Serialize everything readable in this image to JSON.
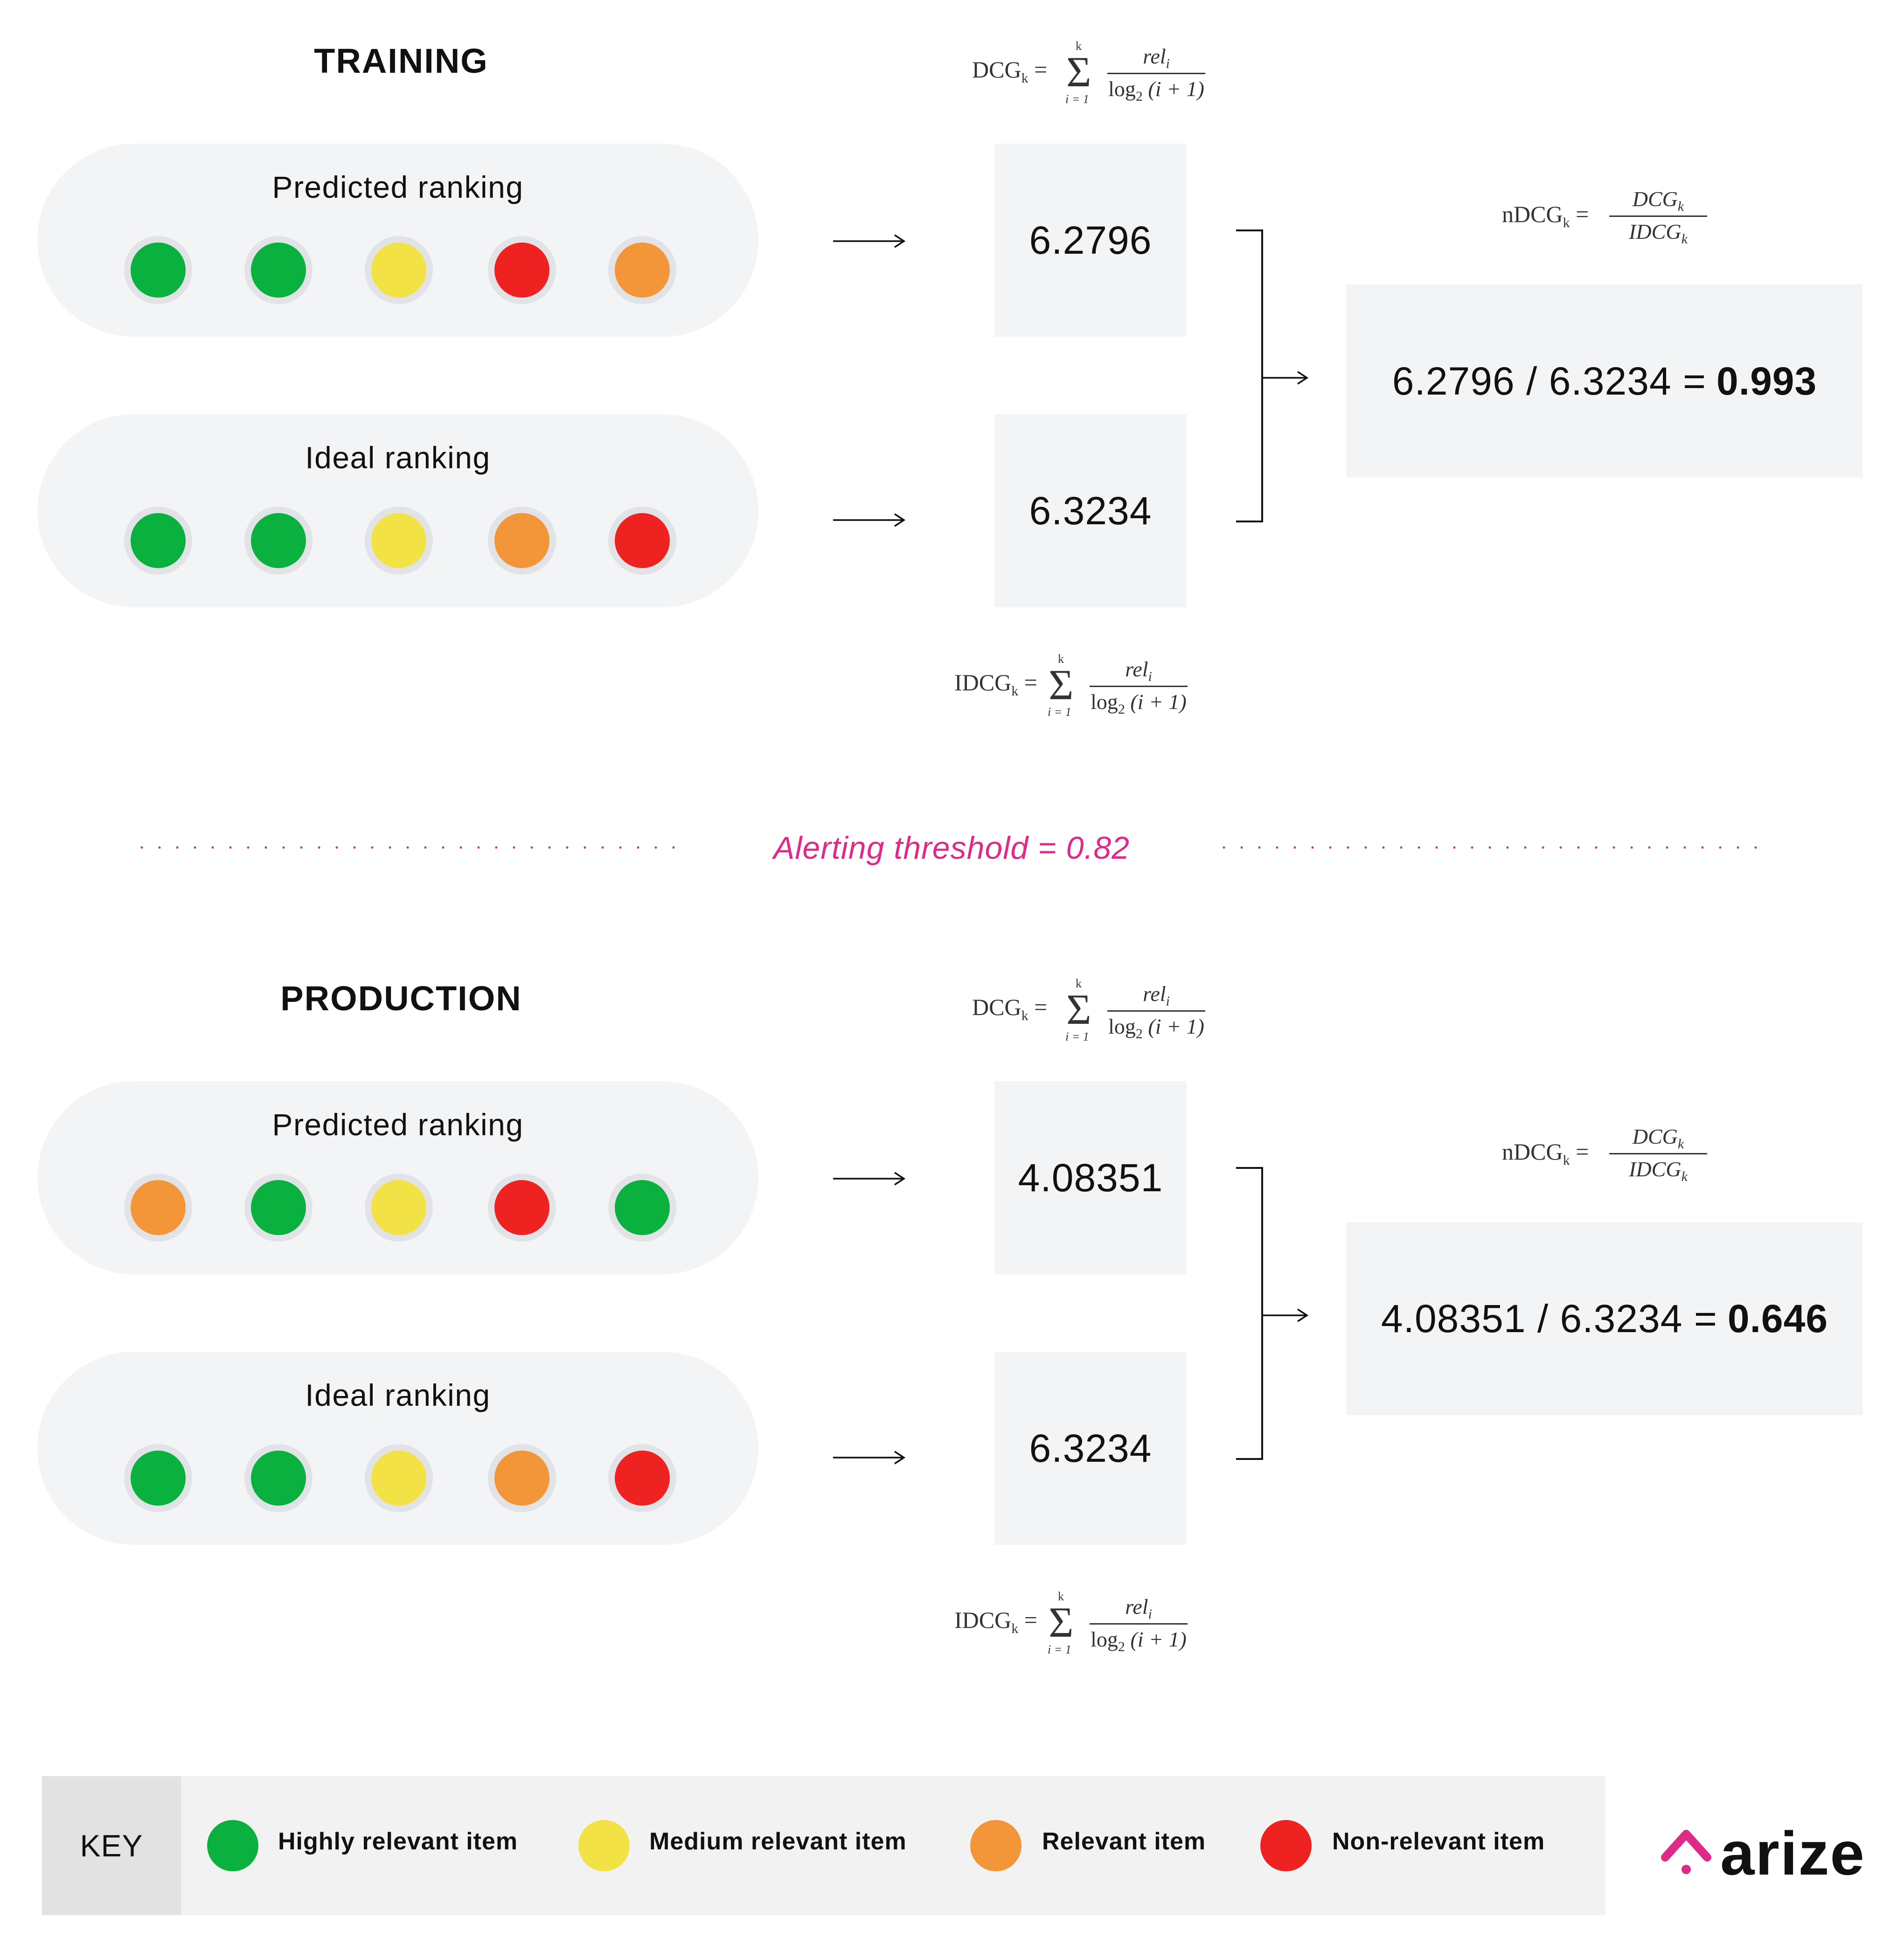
{
  "colors": {
    "highly_relevant": "#0bb13e",
    "medium_relevant": "#f3e246",
    "relevant": "#f39639",
    "non_relevant": "#ee2220",
    "accent": "#e02a87"
  },
  "formulas": {
    "dcg": {
      "lhs": "DCG",
      "sub": "k",
      "upper": "k",
      "lower": "i = 1",
      "numerator": "rel",
      "numerator_sub": "i",
      "denominator": "log",
      "denominator_sub": "2",
      "denominator_rest": " (i + 1)"
    },
    "idcg": {
      "lhs": "IDCG",
      "sub": "k",
      "upper": "k",
      "lower": "i = 1",
      "numerator": "rel",
      "numerator_sub": "i",
      "denominator": "log",
      "denominator_sub": "2",
      "denominator_rest": " (i + 1)"
    },
    "ndcg": {
      "lhs": "nDCG",
      "sub": "k",
      "numerator": "DCG",
      "numerator_sub": "k",
      "denominator": "IDCG",
      "denominator_sub": "k"
    }
  },
  "training": {
    "title": "TRAINING",
    "predicted": {
      "label": "Predicted ranking",
      "items": [
        "highly_relevant",
        "highly_relevant",
        "medium_relevant",
        "non_relevant",
        "relevant"
      ]
    },
    "ideal": {
      "label": "Ideal ranking",
      "items": [
        "highly_relevant",
        "highly_relevant",
        "medium_relevant",
        "relevant",
        "non_relevant"
      ]
    },
    "dcg_value": "6.2796",
    "idcg_value": "6.3234",
    "result_expression": "6.2796 / 6.3234 =",
    "result_value": "0.993"
  },
  "threshold": {
    "label": "Alerting threshold  = 0.82"
  },
  "production": {
    "title": "PRODUCTION",
    "predicted": {
      "label": "Predicted ranking",
      "items": [
        "relevant",
        "highly_relevant",
        "medium_relevant",
        "non_relevant",
        "highly_relevant"
      ]
    },
    "ideal": {
      "label": "Ideal ranking",
      "items": [
        "highly_relevant",
        "highly_relevant",
        "medium_relevant",
        "relevant",
        "non_relevant"
      ]
    },
    "dcg_value": "4.08351",
    "idcg_value": "6.3234",
    "result_expression": "4.08351 / 6.3234 =",
    "result_value": "0.646"
  },
  "key": {
    "title": "KEY",
    "items": [
      {
        "type": "highly_relevant",
        "label": "Highly relevant item"
      },
      {
        "type": "medium_relevant",
        "label": "Medium relevant item"
      },
      {
        "type": "relevant",
        "label": "Relevant item"
      },
      {
        "type": "non_relevant",
        "label": "Non-relevant item"
      }
    ]
  },
  "logo": {
    "text": "arize"
  }
}
